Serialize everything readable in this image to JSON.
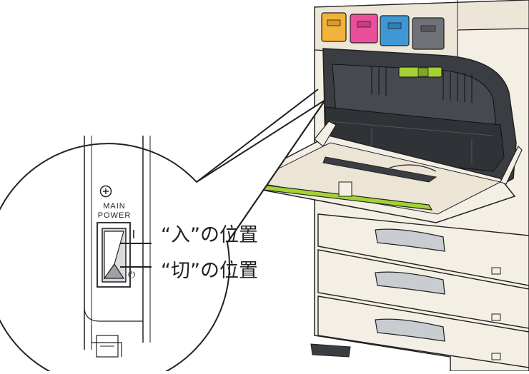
{
  "colors": {
    "yellow_toner": "#f2b33a",
    "magenta_toner": "#ea4f9b",
    "cyan_toner": "#3f98d4",
    "black_toner": "#6f7276",
    "accent_green": "#a4d233",
    "body_cream": "#f4efe5",
    "panel_dark": "#3a3d42",
    "line": "#222222"
  },
  "switch": {
    "label_line1": "MAIN",
    "label_line2": "POWER",
    "on_symbol": "|",
    "off_symbol": "⏻"
  },
  "labels": {
    "on_position": "“入”の位置",
    "off_position": "“切”の位置"
  },
  "icons": {
    "screw": "screw-icon",
    "power": "power-icon"
  }
}
